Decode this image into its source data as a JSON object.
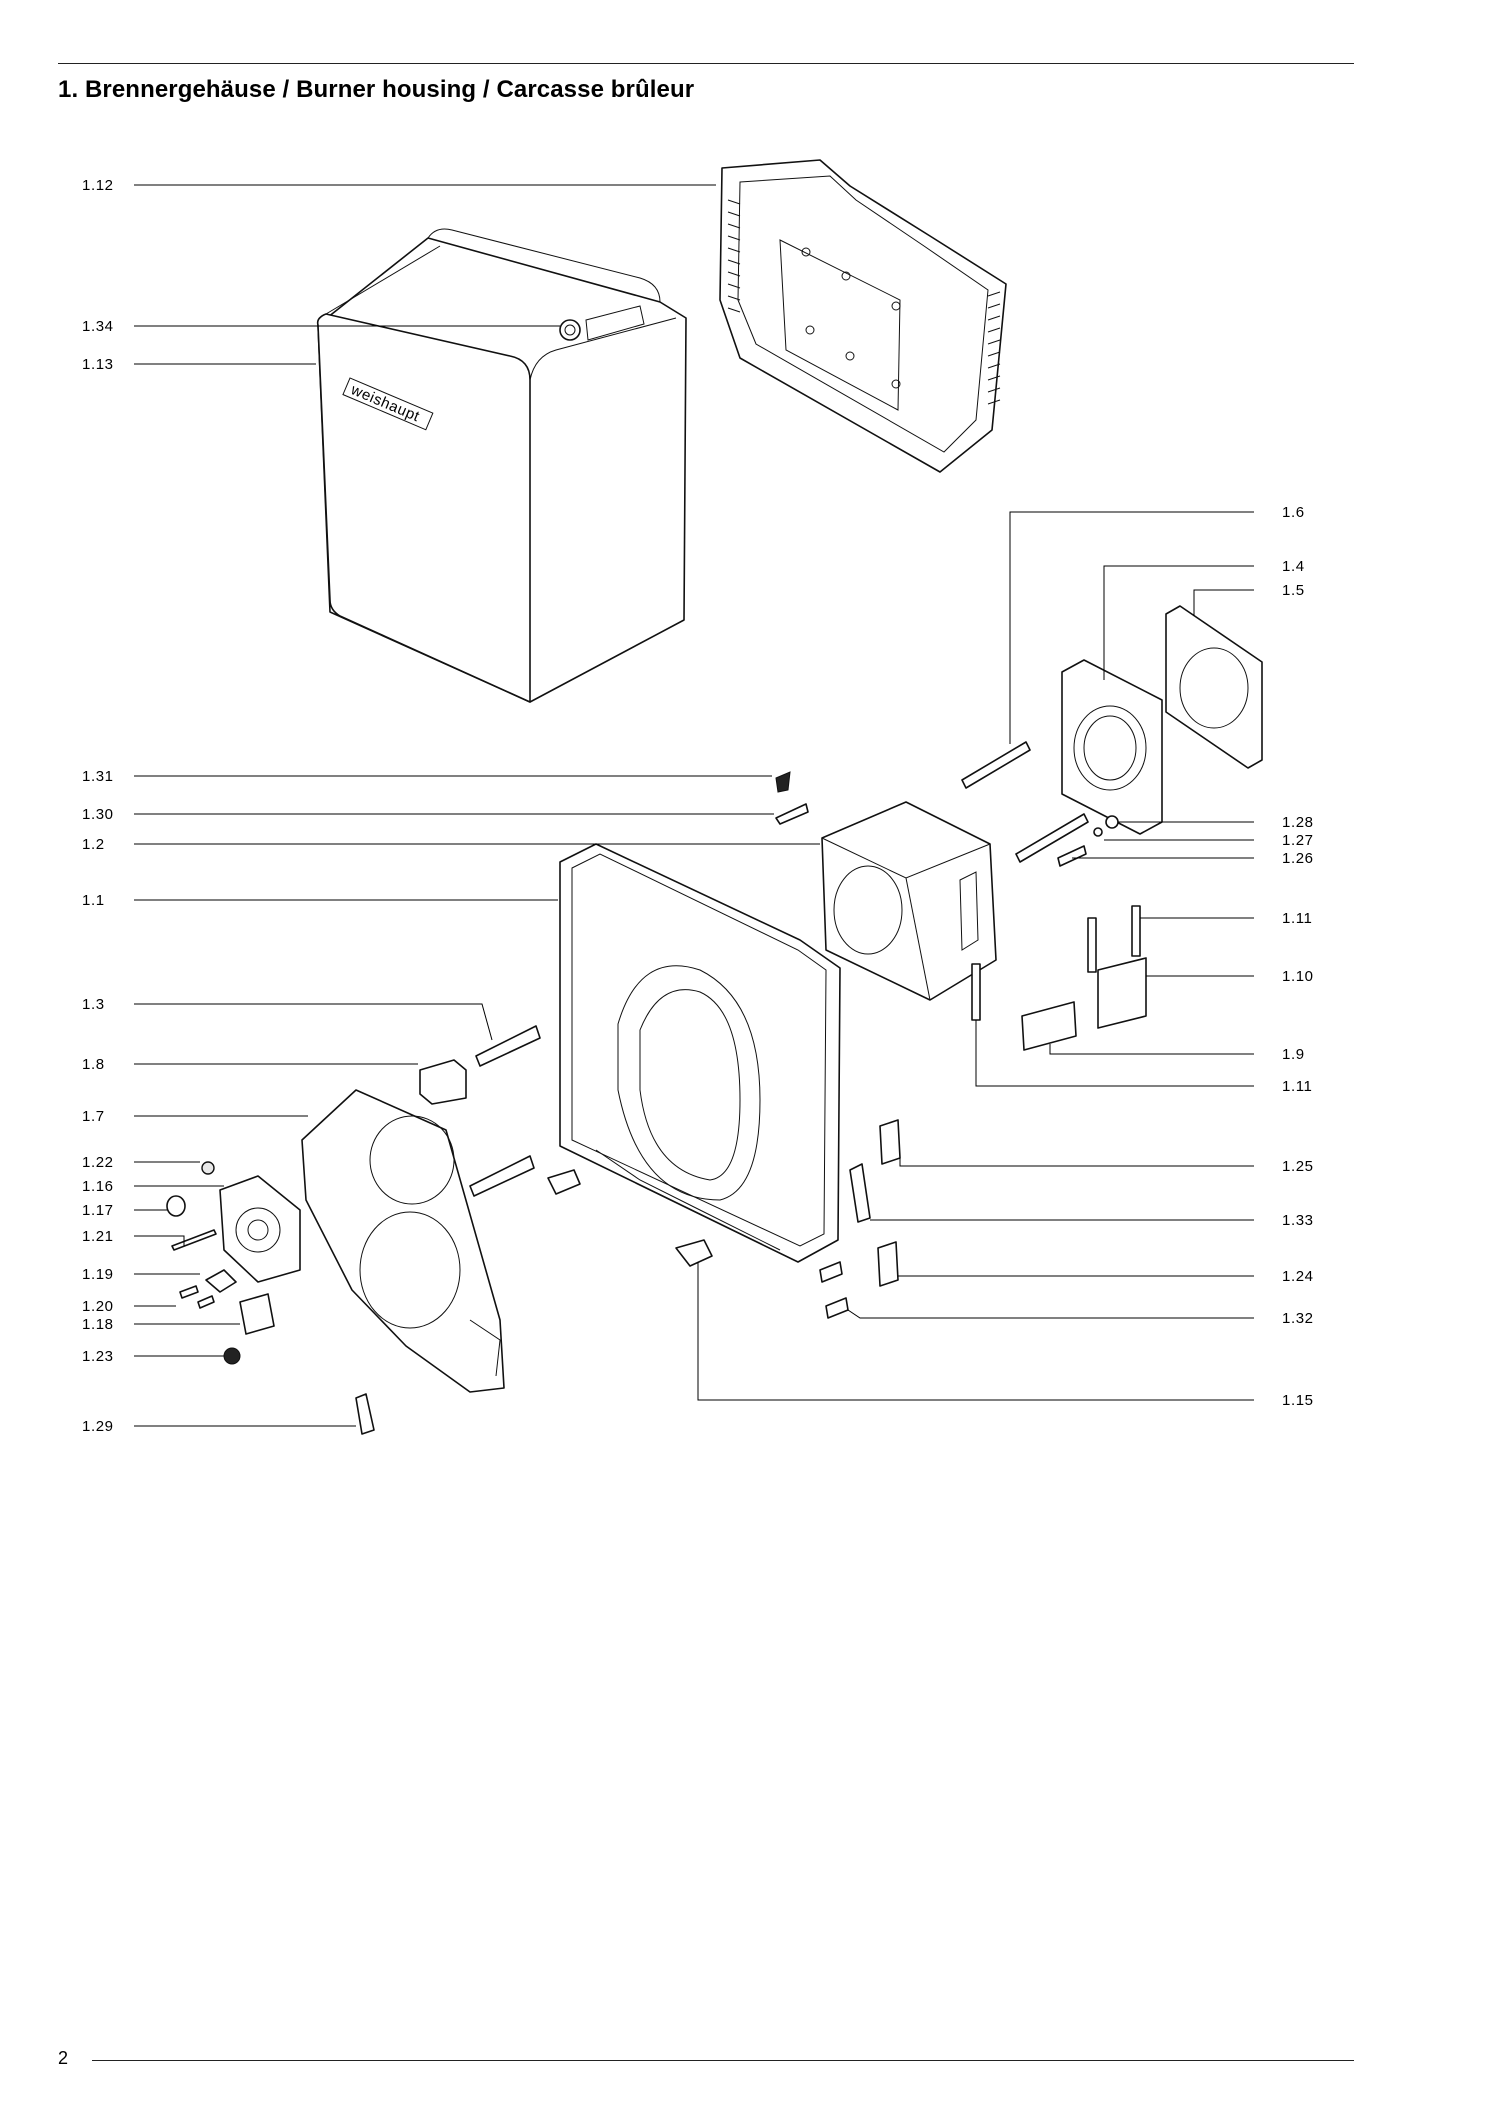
{
  "header": {
    "title": "1. Brennergehäuse / Burner housing / Carcasse brûleur"
  },
  "footer": {
    "page_number": "2"
  },
  "cover_brand": "weishaupt",
  "labels_left": [
    "1.12",
    "1.34",
    "1.13",
    "1.31",
    "1.30",
    "1.2",
    "1.1",
    "1.3",
    "1.8",
    "1.7",
    "1.22",
    "1.16",
    "1.17",
    "1.21",
    "1.19",
    "1.20",
    "1.18",
    "1.23",
    "1.29"
  ],
  "labels_right": [
    "1.6",
    "1.4",
    "1.5",
    "1.28",
    "1.27",
    "1.26",
    "1.11",
    "1.10",
    "1.9",
    "1.11",
    "1.25",
    "1.33",
    "1.24",
    "1.32",
    "1.15"
  ]
}
